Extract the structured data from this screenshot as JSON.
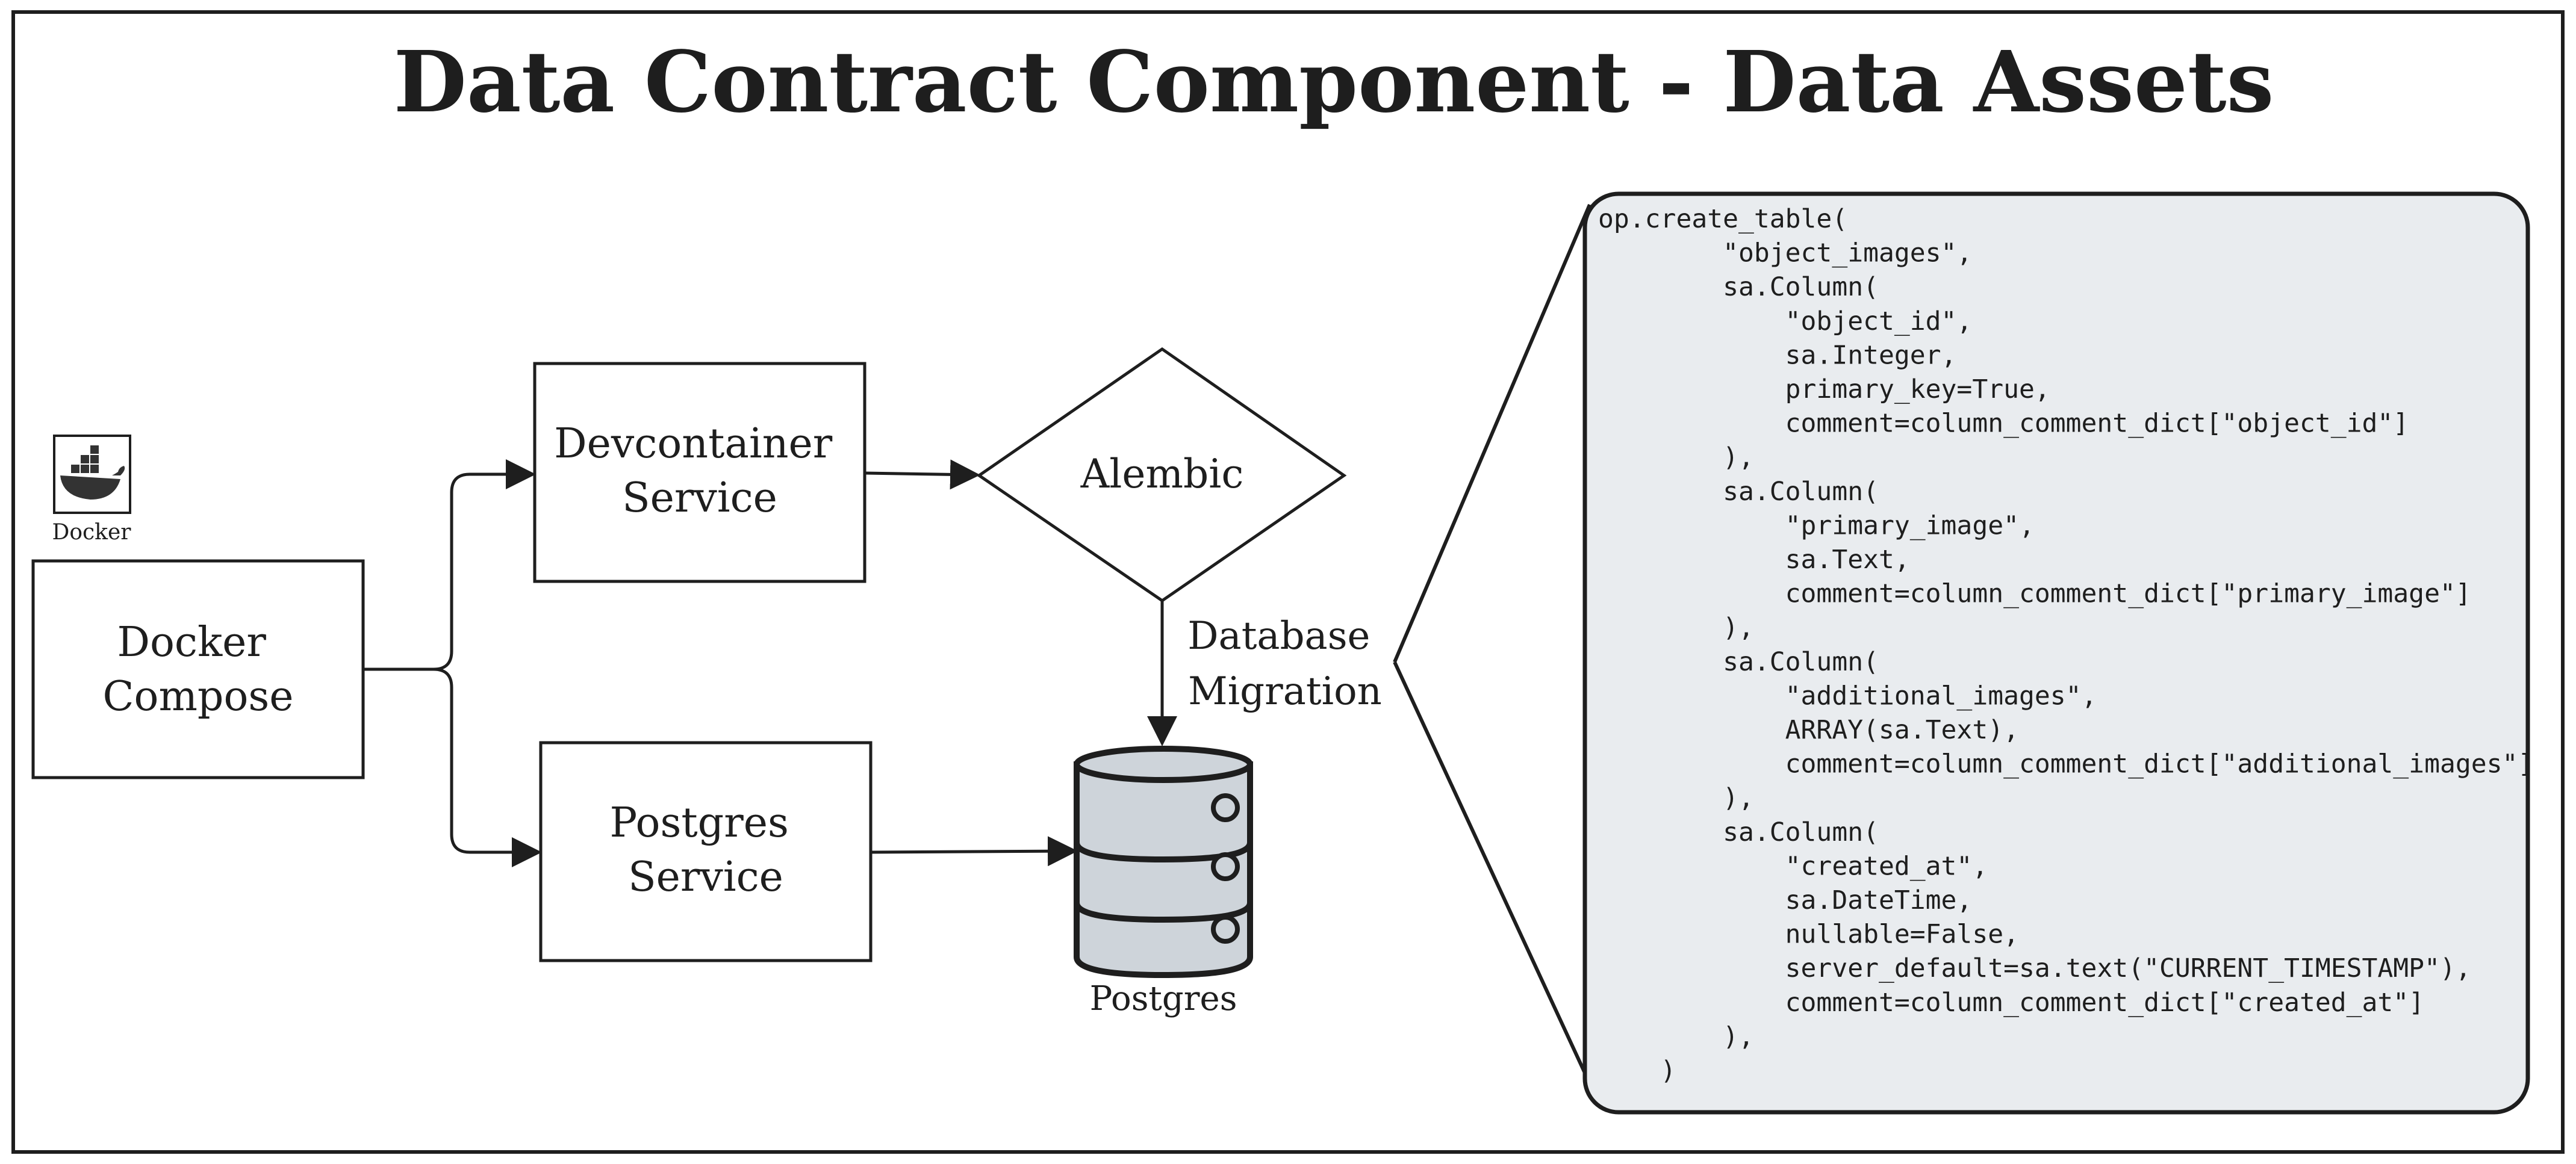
{
  "title": "Data Contract Component - Data Assets",
  "nodes": {
    "docker_compose": [
      "Docker",
      "Compose"
    ],
    "devcontainer_service": [
      "Devcontainer",
      "Service"
    ],
    "postgres_service": [
      "Postgres",
      "Service"
    ],
    "alembic": "Alembic",
    "postgres_db_label": "Postgres",
    "docker_icon_label": "Docker"
  },
  "edge_labels": {
    "database_migration": [
      "Database",
      "Migration"
    ]
  },
  "code_panel": {
    "lines": [
      "op.create_table(",
      "        \"object_images\",",
      "        sa.Column(",
      "            \"object_id\",",
      "            sa.Integer,",
      "            primary_key=True,",
      "            comment=column_comment_dict[\"object_id\"]",
      "        ),",
      "        sa.Column(",
      "            \"primary_image\",",
      "            sa.Text,",
      "            comment=column_comment_dict[\"primary_image\"]",
      "        ),",
      "        sa.Column(",
      "            \"additional_images\",",
      "            ARRAY(sa.Text),",
      "            comment=column_comment_dict[\"additional_images\"]",
      "        ),",
      "        sa.Column(",
      "            \"created_at\",",
      "            sa.DateTime,",
      "            nullable=False,",
      "            server_default=sa.text(\"CURRENT_TIMESTAMP\"),",
      "            comment=column_comment_dict[\"created_at\"]",
      "        ),",
      "    )"
    ]
  },
  "colors": {
    "stroke": "#1e1e1e",
    "code_panel_fill": "#e9ecef",
    "database_fill": "#ced4da",
    "background": "#ffffff"
  },
  "icons": {
    "docker": "docker-whale-icon",
    "database": "database-cylinder-icon"
  }
}
